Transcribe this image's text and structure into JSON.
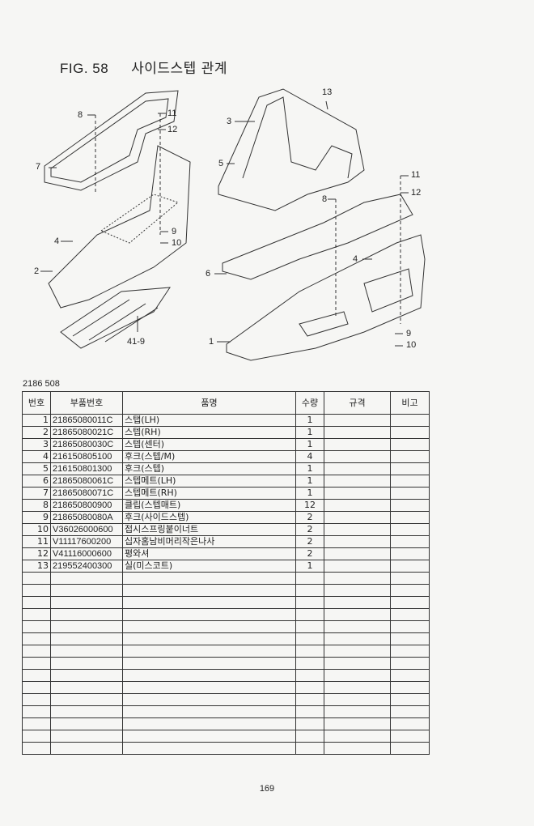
{
  "header": {
    "fig": "FIG. 58",
    "title": "사이드스텝 관계"
  },
  "diagram": {
    "callouts": [
      "8",
      "11",
      "12",
      "7",
      "4",
      "9",
      "10",
      "2",
      "41-9",
      "13",
      "3",
      "5",
      "11",
      "12",
      "8",
      "6",
      "4",
      "1",
      "9",
      "10"
    ]
  },
  "table": {
    "code": "2186 508",
    "columns": [
      "번호",
      "부품번호",
      "품명",
      "수량",
      "규격",
      "비고"
    ],
    "rows": [
      {
        "no": "1",
        "part": "21865080011C",
        "name": "스탭(LH)",
        "qty": "1"
      },
      {
        "no": "2",
        "part": "21865080021C",
        "name": "스텝(RH)",
        "qty": "1"
      },
      {
        "no": "3",
        "part": "21865080030C",
        "name": "스텝(센터)",
        "qty": "1"
      },
      {
        "no": "4",
        "part": "216150805100",
        "name": "후크(스텝/M)",
        "qty": "4"
      },
      {
        "no": "5",
        "part": "216150801300",
        "name": "후크(스텝)",
        "qty": "1"
      },
      {
        "no": "6",
        "part": "21865080061C",
        "name": "스텝메트(LH)",
        "qty": "1"
      },
      {
        "no": "7",
        "part": "21865080071C",
        "name": "스텝메트(RH)",
        "qty": "1"
      },
      {
        "no": "8",
        "part": "218650800900",
        "name": "클립(스텝매트)",
        "qty": "12"
      },
      {
        "no": "9",
        "part": "21865080080A",
        "name": "후크(사이드스텝)",
        "qty": "2"
      },
      {
        "no": "10",
        "part": "V36026000600",
        "name": "접시스프링붙이너트",
        "qty": "2"
      },
      {
        "no": "11",
        "part": "V11117600200",
        "name": "십자홈남비머리작은나사",
        "qty": "2"
      },
      {
        "no": "12",
        "part": "V41116000600",
        "name": "평와셔",
        "qty": "2"
      },
      {
        "no": "13",
        "part": "219552400300",
        "name": "실(미스코트)",
        "qty": "1"
      }
    ],
    "blank_rows": 15
  },
  "footer": {
    "page": "169"
  }
}
